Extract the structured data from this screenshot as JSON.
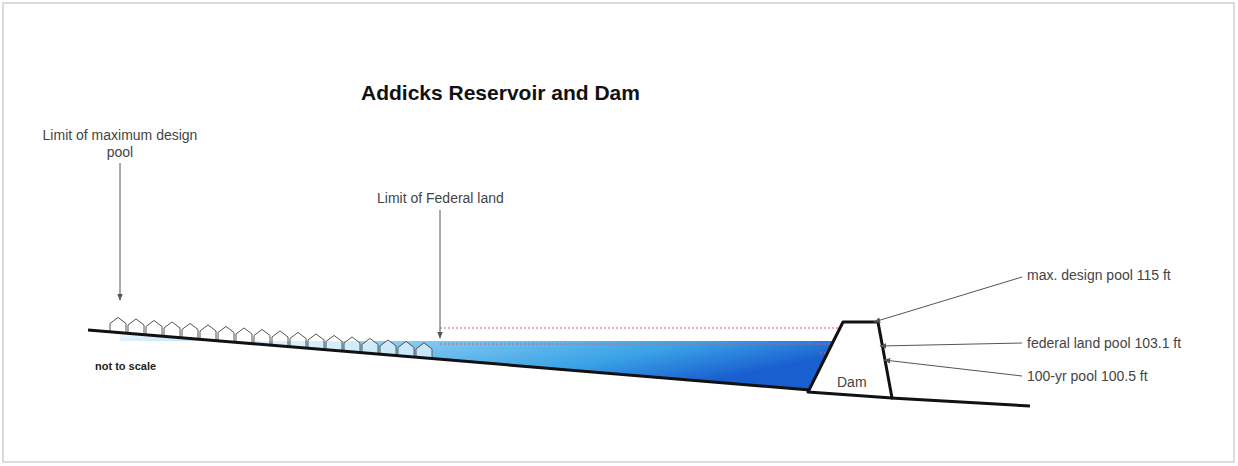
{
  "diagram": {
    "title": "Addicks Reservoir and Dam",
    "labels": [
      "Limit of maximum design pool",
      "Limit of Federal land",
      "max. design pool 115 ft",
      "federal land pool 103.1 ft",
      "100-yr pool 100.5 ft",
      "not to scale",
      "Dam"
    ]
  }
}
